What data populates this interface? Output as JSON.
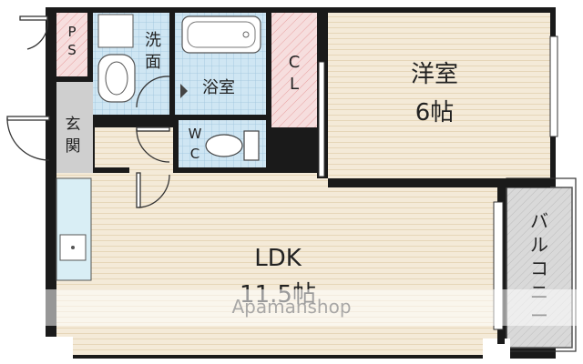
{
  "rooms": {
    "western_room": {
      "name": "洋室",
      "size": "6帖"
    },
    "ldk": {
      "name": "LDK",
      "size": "11.5帖"
    },
    "bath": {
      "name": "浴室"
    },
    "washroom": {
      "line1": "洗",
      "line2": "面"
    },
    "entrance": {
      "line1": "玄",
      "line2": "関"
    },
    "toilet": {
      "line1": "W",
      "line2": "C"
    },
    "ps": {
      "line1": "P",
      "line2": "S"
    },
    "closet": {
      "line1": "C",
      "line2": "L"
    },
    "balcony": {
      "line1": "バ",
      "line2": "ル",
      "line3": "コ",
      "line4": "ニ",
      "line5": "ー"
    }
  },
  "watermark": "Apamanshop",
  "colors": {
    "wall": "#1a1a1a",
    "floor_wood": "#f4ead8",
    "wood_line": "#e6d6b8",
    "tile": "#cfe6f3",
    "tile_grid": "#9dc4dc",
    "pink": "#f6dede",
    "pink_hatch": "#e8a0a0",
    "entrance_floor": "#cfcfcf",
    "kitchen": "#d9eef5",
    "balcony": "#d9d9d9"
  }
}
